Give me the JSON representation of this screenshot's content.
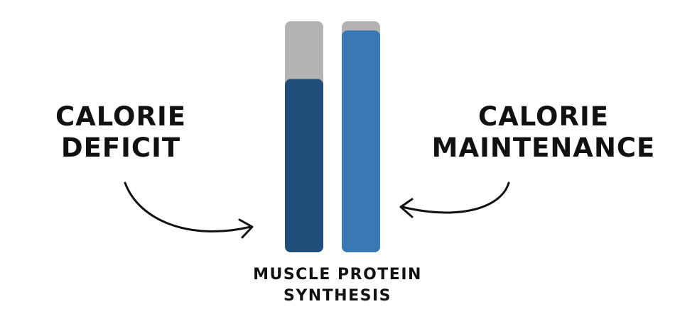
{
  "labels": {
    "left_line1": "CALORIE",
    "left_line2": "DEFICIT",
    "right_line1": "CALORIE",
    "right_line2": "MAINTENANCE",
    "bottom_line1": "MUSCLE PROTEIN",
    "bottom_line2": "SYNTHESIS"
  },
  "chart_data": {
    "type": "bar",
    "categories": [
      "CALORIE DEFICIT",
      "CALORIE MAINTENANCE"
    ],
    "values": [
      0.75,
      0.96
    ],
    "max": 1.0,
    "xlabel": "MUSCLE PROTEIN SYNTHESIS",
    "ylabel": "",
    "colors": {
      "track": "#b3b3b3",
      "deficit": "#1f4e7a",
      "maintenance": "#3878b5"
    },
    "grid": false,
    "legend": "none"
  }
}
